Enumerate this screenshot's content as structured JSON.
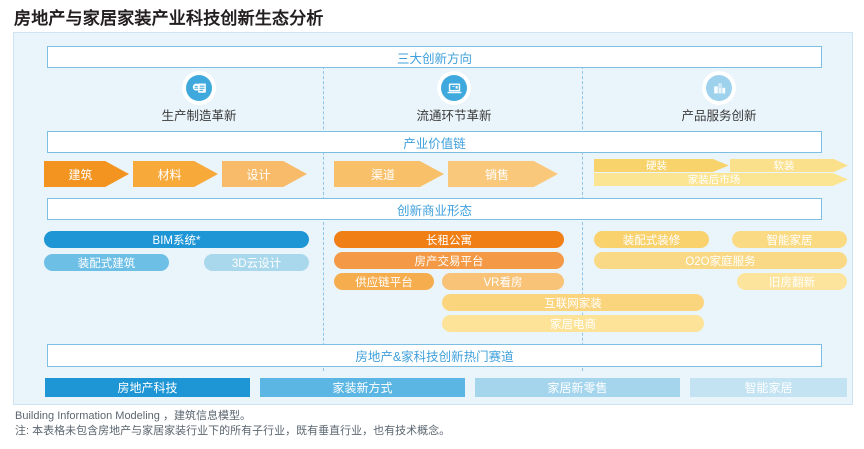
{
  "page_title": "房地产与家居家装产业科技创新生态分析",
  "sections": {
    "directions_header": "三大创新方向",
    "value_chain_header": "产业价值链",
    "business_form_header": "创新商业形态",
    "hot_tracks_header": "房地产&家科技创新热门赛道"
  },
  "directions": [
    {
      "label": "生产制造革新",
      "icon": "document-print-icon",
      "color": "#3fa9dd"
    },
    {
      "label": "流通环节革新",
      "icon": "laptop-screen-icon",
      "color": "#3fa9dd"
    },
    {
      "label": "产品服务创新",
      "icon": "building-chart-icon",
      "color": "#9ed2ec"
    }
  ],
  "value_chain": {
    "production": [
      {
        "label": "建筑",
        "color": "#f2941f"
      },
      {
        "label": "材料",
        "color": "#f7a93a"
      },
      {
        "label": "设计",
        "color": "#f7bb6a"
      }
    ],
    "circulation": [
      {
        "label": "渠道",
        "color": "#f8c069"
      },
      {
        "label": "销售",
        "color": "#f9c87b"
      }
    ],
    "service_row1": [
      {
        "label": "硬装",
        "color": "#f8d26a"
      },
      {
        "label": "软装",
        "color": "#fbe08c"
      }
    ],
    "service_row2": [
      {
        "label": "家装后市场",
        "color": "#fbe593"
      }
    ]
  },
  "business_forms": {
    "production": [
      {
        "label": "BIM系统*",
        "color": "#1e96d5"
      },
      {
        "label": "装配式建筑",
        "color": "#6dbfe6"
      },
      {
        "label": "3D云设计",
        "color": "#a9d8ec"
      }
    ],
    "circulation": [
      {
        "label": "长租公寓",
        "color": "#f07f16"
      },
      {
        "label": "房产交易平台",
        "color": "#f49a47"
      },
      {
        "label": "供应链平台",
        "color": "#f6ad4e"
      },
      {
        "label": "VR看房",
        "color": "#f8c277"
      },
      {
        "label": "互联网家装",
        "color": "#fbd47e"
      },
      {
        "label": "家居电商",
        "color": "#fce398"
      }
    ],
    "service": [
      {
        "label": "装配式装修",
        "color": "#f9d26e"
      },
      {
        "label": "智能家居",
        "color": "#fadb84"
      },
      {
        "label": "O2O家庭服务",
        "color": "#f9d985"
      },
      {
        "label": "旧房翻新",
        "color": "#fce49c"
      }
    ]
  },
  "hot_tracks": [
    {
      "label": "房地产科技",
      "color": "#1e96d5"
    },
    {
      "label": "家装新方式",
      "color": "#5bb6e3"
    },
    {
      "label": "家居新零售",
      "color": "#a4d5ec"
    },
    {
      "label": "智能家居",
      "color": "#c3e3f3"
    }
  ],
  "notes": [
    "Building Information Modeling ，建筑信息模型。",
    "注: 本表格未包含房地产与家居家装行业下的所有子行业，既有垂直行业，也有技术概念。"
  ],
  "colors": {
    "panel_bg": "#eaf4fb",
    "panel_border": "#cfe4f2",
    "header_text": "#3fa0dc",
    "header_border": "#7dbfe3",
    "divider": "#8fc4e8"
  }
}
